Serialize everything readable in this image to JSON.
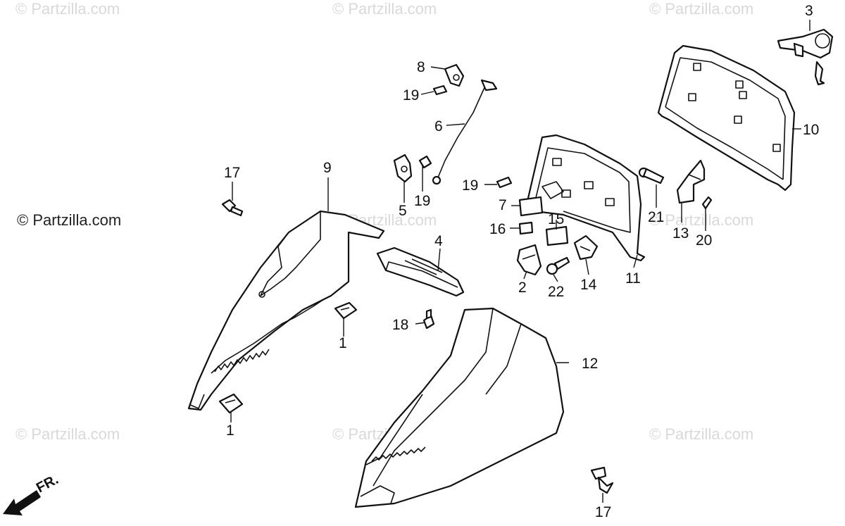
{
  "watermarks": {
    "corner_text": "© Partzilla.com",
    "side_text": "© Partzilla.com"
  },
  "direction_label": "FR.",
  "callouts": {
    "c1a": "1",
    "c1b": "1",
    "c2": "2",
    "c3": "3",
    "c4": "4",
    "c5": "5",
    "c6": "6",
    "c7": "7",
    "c8": "8",
    "c9": "9",
    "c10": "10",
    "c11": "11",
    "c12": "12",
    "c13": "13",
    "c14": "14",
    "c15": "15",
    "c16": "16",
    "c17a": "17",
    "c17b": "17",
    "c18": "18",
    "c19a": "19",
    "c19b": "19",
    "c19c": "19",
    "c20": "20",
    "c21": "21",
    "c22": "22"
  },
  "colors": {
    "line": "#111111",
    "watermark": "#d9d9d9"
  }
}
